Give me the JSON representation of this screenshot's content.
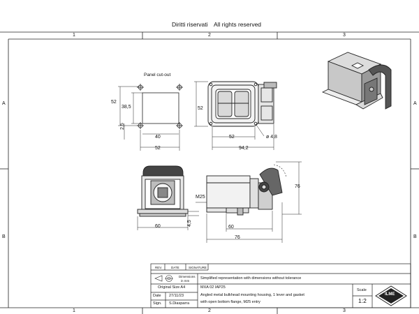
{
  "header": {
    "rights_it": "Diritti riservati",
    "rights_en": "All rights reserved"
  },
  "zones": {
    "columns": [
      "1",
      "2",
      "3"
    ],
    "rows": [
      "A",
      "B"
    ]
  },
  "drawing": {
    "panel_cutout_label": "Panel cut-out",
    "dims": {
      "cutout_height": "52",
      "cutout_inner_height": "38,5",
      "cutout_bottom_offset": "2,5",
      "cutout_hole_spacing": "40",
      "cutout_width": "52",
      "front_height": "52",
      "front_width": "52",
      "hole_diameter": "ø 4,8",
      "front_overall_width": "94,2",
      "side_height": "76",
      "thread": "M25",
      "flange_thickness": "4,5",
      "bottom_width": "60",
      "side_flange_width": "60",
      "side_depth": "76"
    }
  },
  "title_block": {
    "rev_label": "REV.",
    "date_label": "DATE",
    "signature_label": "SIGNATURE",
    "dimensions_label": "Dimensions",
    "dimensions_unit": "in mm",
    "description_header": "Simplified representation with dimensions without tolerance",
    "original_size_label": "Original Size A4",
    "date_field_label": "Date",
    "date_value": "27/11/23",
    "sign_field_label": "Sign.",
    "sign_value": "S.Diasparra",
    "code": "MXA 02 IAP25",
    "description_line1": "Angled metal bulkhead mounting housing, 1 lever and gasket",
    "description_line2": "with open bottom flange, M25 entry",
    "scale_label": "Scale",
    "scale_value": "1:2",
    "logo_text": "ILME"
  }
}
